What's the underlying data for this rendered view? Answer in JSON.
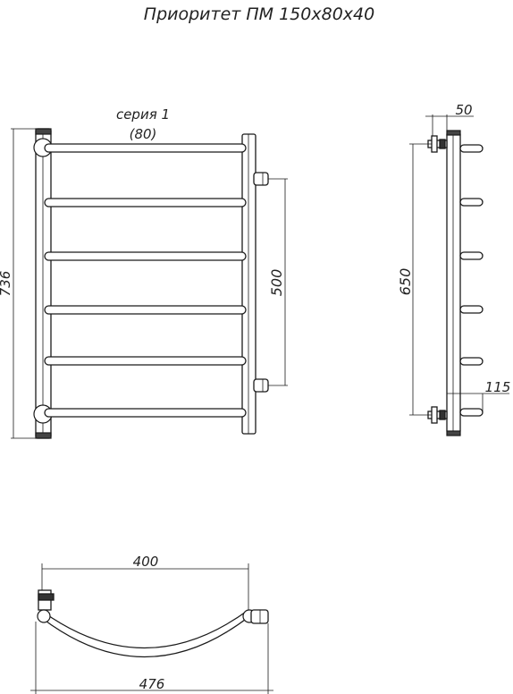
{
  "title": "Приоритет ПМ 150х80х40",
  "series_label": "серия 1",
  "series_value": "(80)",
  "dimensions": {
    "total_height": "736",
    "connection_spacing": "500",
    "side_height": "650",
    "wall_offset": "50",
    "depth": "115",
    "arc_inner_width": "400",
    "total_width": "476"
  }
}
